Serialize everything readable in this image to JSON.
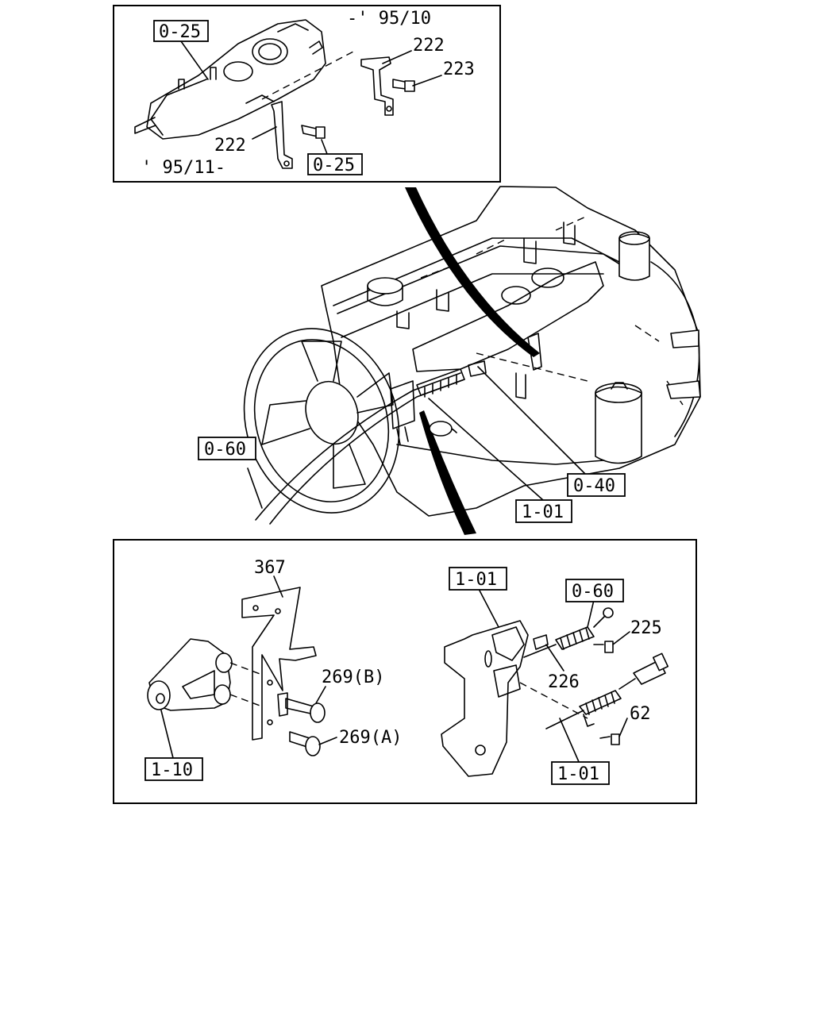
{
  "top_panel": {
    "ref_upper": "0-25",
    "ref_lower": "0-25",
    "date_upto": "-' 95/10",
    "date_from": "' 95/11-",
    "part_222_upper": "222",
    "part_223": "223",
    "part_222_lower": "222"
  },
  "engine_view": {
    "ref_060": "0-60",
    "ref_040": "0-40",
    "ref_101": "1-01"
  },
  "bottom_panel": {
    "part_367": "367",
    "part_269b": "269(B)",
    "part_269a": "269(A)",
    "ref_110": "1-10",
    "ref_101_top": "1-01",
    "ref_060": "0-60",
    "part_225": "225",
    "part_226": "226",
    "part_62": "62",
    "ref_101_bottom": "1-01"
  }
}
